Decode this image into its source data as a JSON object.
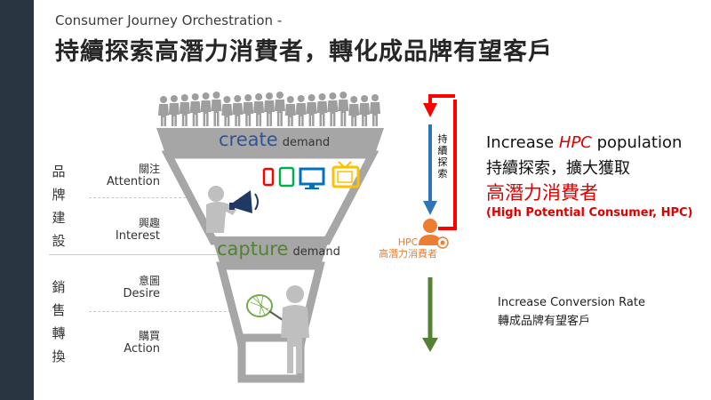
{
  "header": {
    "subtitle": "Consumer Journey Orchestration -",
    "title": "持續探索高潛力消費者，轉化成品牌有望客戶"
  },
  "left_groups": [
    {
      "label": [
        "品",
        "牌",
        "建",
        "設"
      ]
    },
    {
      "label": [
        "銷",
        "售",
        "轉",
        "換"
      ]
    }
  ],
  "stages": [
    {
      "cn": "關注",
      "en": "Attention"
    },
    {
      "cn": "興趣",
      "en": "Interest"
    },
    {
      "cn": "意圖",
      "en": "Desire"
    },
    {
      "cn": "購買",
      "en": "Action"
    }
  ],
  "funnel": {
    "create_word": "create",
    "capture_word": "capture",
    "demand_word": "demand",
    "top_color": "#a6a6a6",
    "bottom_color": "#a6a6a6"
  },
  "hpc": {
    "line1": "HPC",
    "line2": "高潛力消費者",
    "color": "#ed7d31"
  },
  "loop": {
    "label": [
      "持",
      "續",
      "探",
      "索"
    ],
    "red": "#ff0000",
    "blue": "#2e75b6",
    "green": "#538135"
  },
  "right": {
    "line1_pre": "Increase ",
    "line1_hl": "HPC",
    "line1_post": " population",
    "line2": "持續探索，擴大獲取",
    "line3": "高潛力消費者",
    "line4": "(High Potential Consumer, HPC)",
    "conv1": "Increase Conversion Rate",
    "conv2": "轉成品牌有望客戶"
  },
  "icons": [
    "crowd-icon",
    "megaphone-person-icon",
    "phone-icon",
    "tablet-icon",
    "monitor-icon",
    "tv-icon",
    "butterfly-net-person-icon",
    "person-icon"
  ]
}
